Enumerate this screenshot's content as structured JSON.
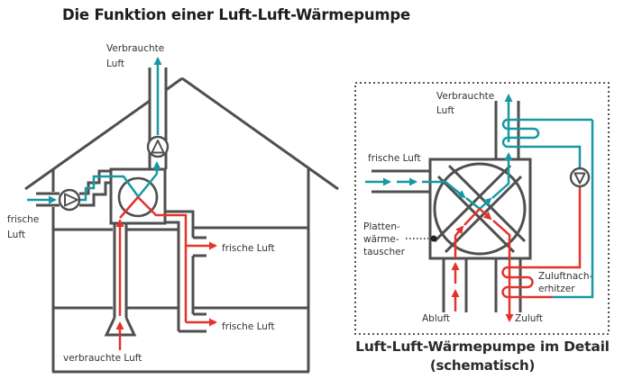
{
  "colors": {
    "teal": "#1798a2",
    "red": "#e4332b",
    "line_gray": "#4f4f4f",
    "text": "#333333",
    "background": "#ffffff"
  },
  "title": "Die Funktion einer Luft-Luft-Wärmepumpe",
  "house": {
    "labels": {
      "exhaust_line1": "Verbrauchte",
      "exhaust_line2": "Luft",
      "fresh_line1": "frische",
      "fresh_line2": "Luft",
      "fresh_upper": "frische Luft",
      "fresh_lower": "frische Luft",
      "stale": "verbrauchte Luft"
    }
  },
  "detail": {
    "labels": {
      "exhaust_line1": "Verbrauchte",
      "exhaust_line2": "Luft",
      "fresh": "frische Luft",
      "hx1": "Platten-",
      "hx2": "wärme-",
      "hx3": "tauscher",
      "reheater1": "Zuluftnach-",
      "reheater2": "erhitzer",
      "abluft": "Abluft",
      "zuluft": "Zuluft"
    },
    "caption1": "Luft-Luft-Wärmepumpe im Detail",
    "caption2": "(schematisch)"
  }
}
